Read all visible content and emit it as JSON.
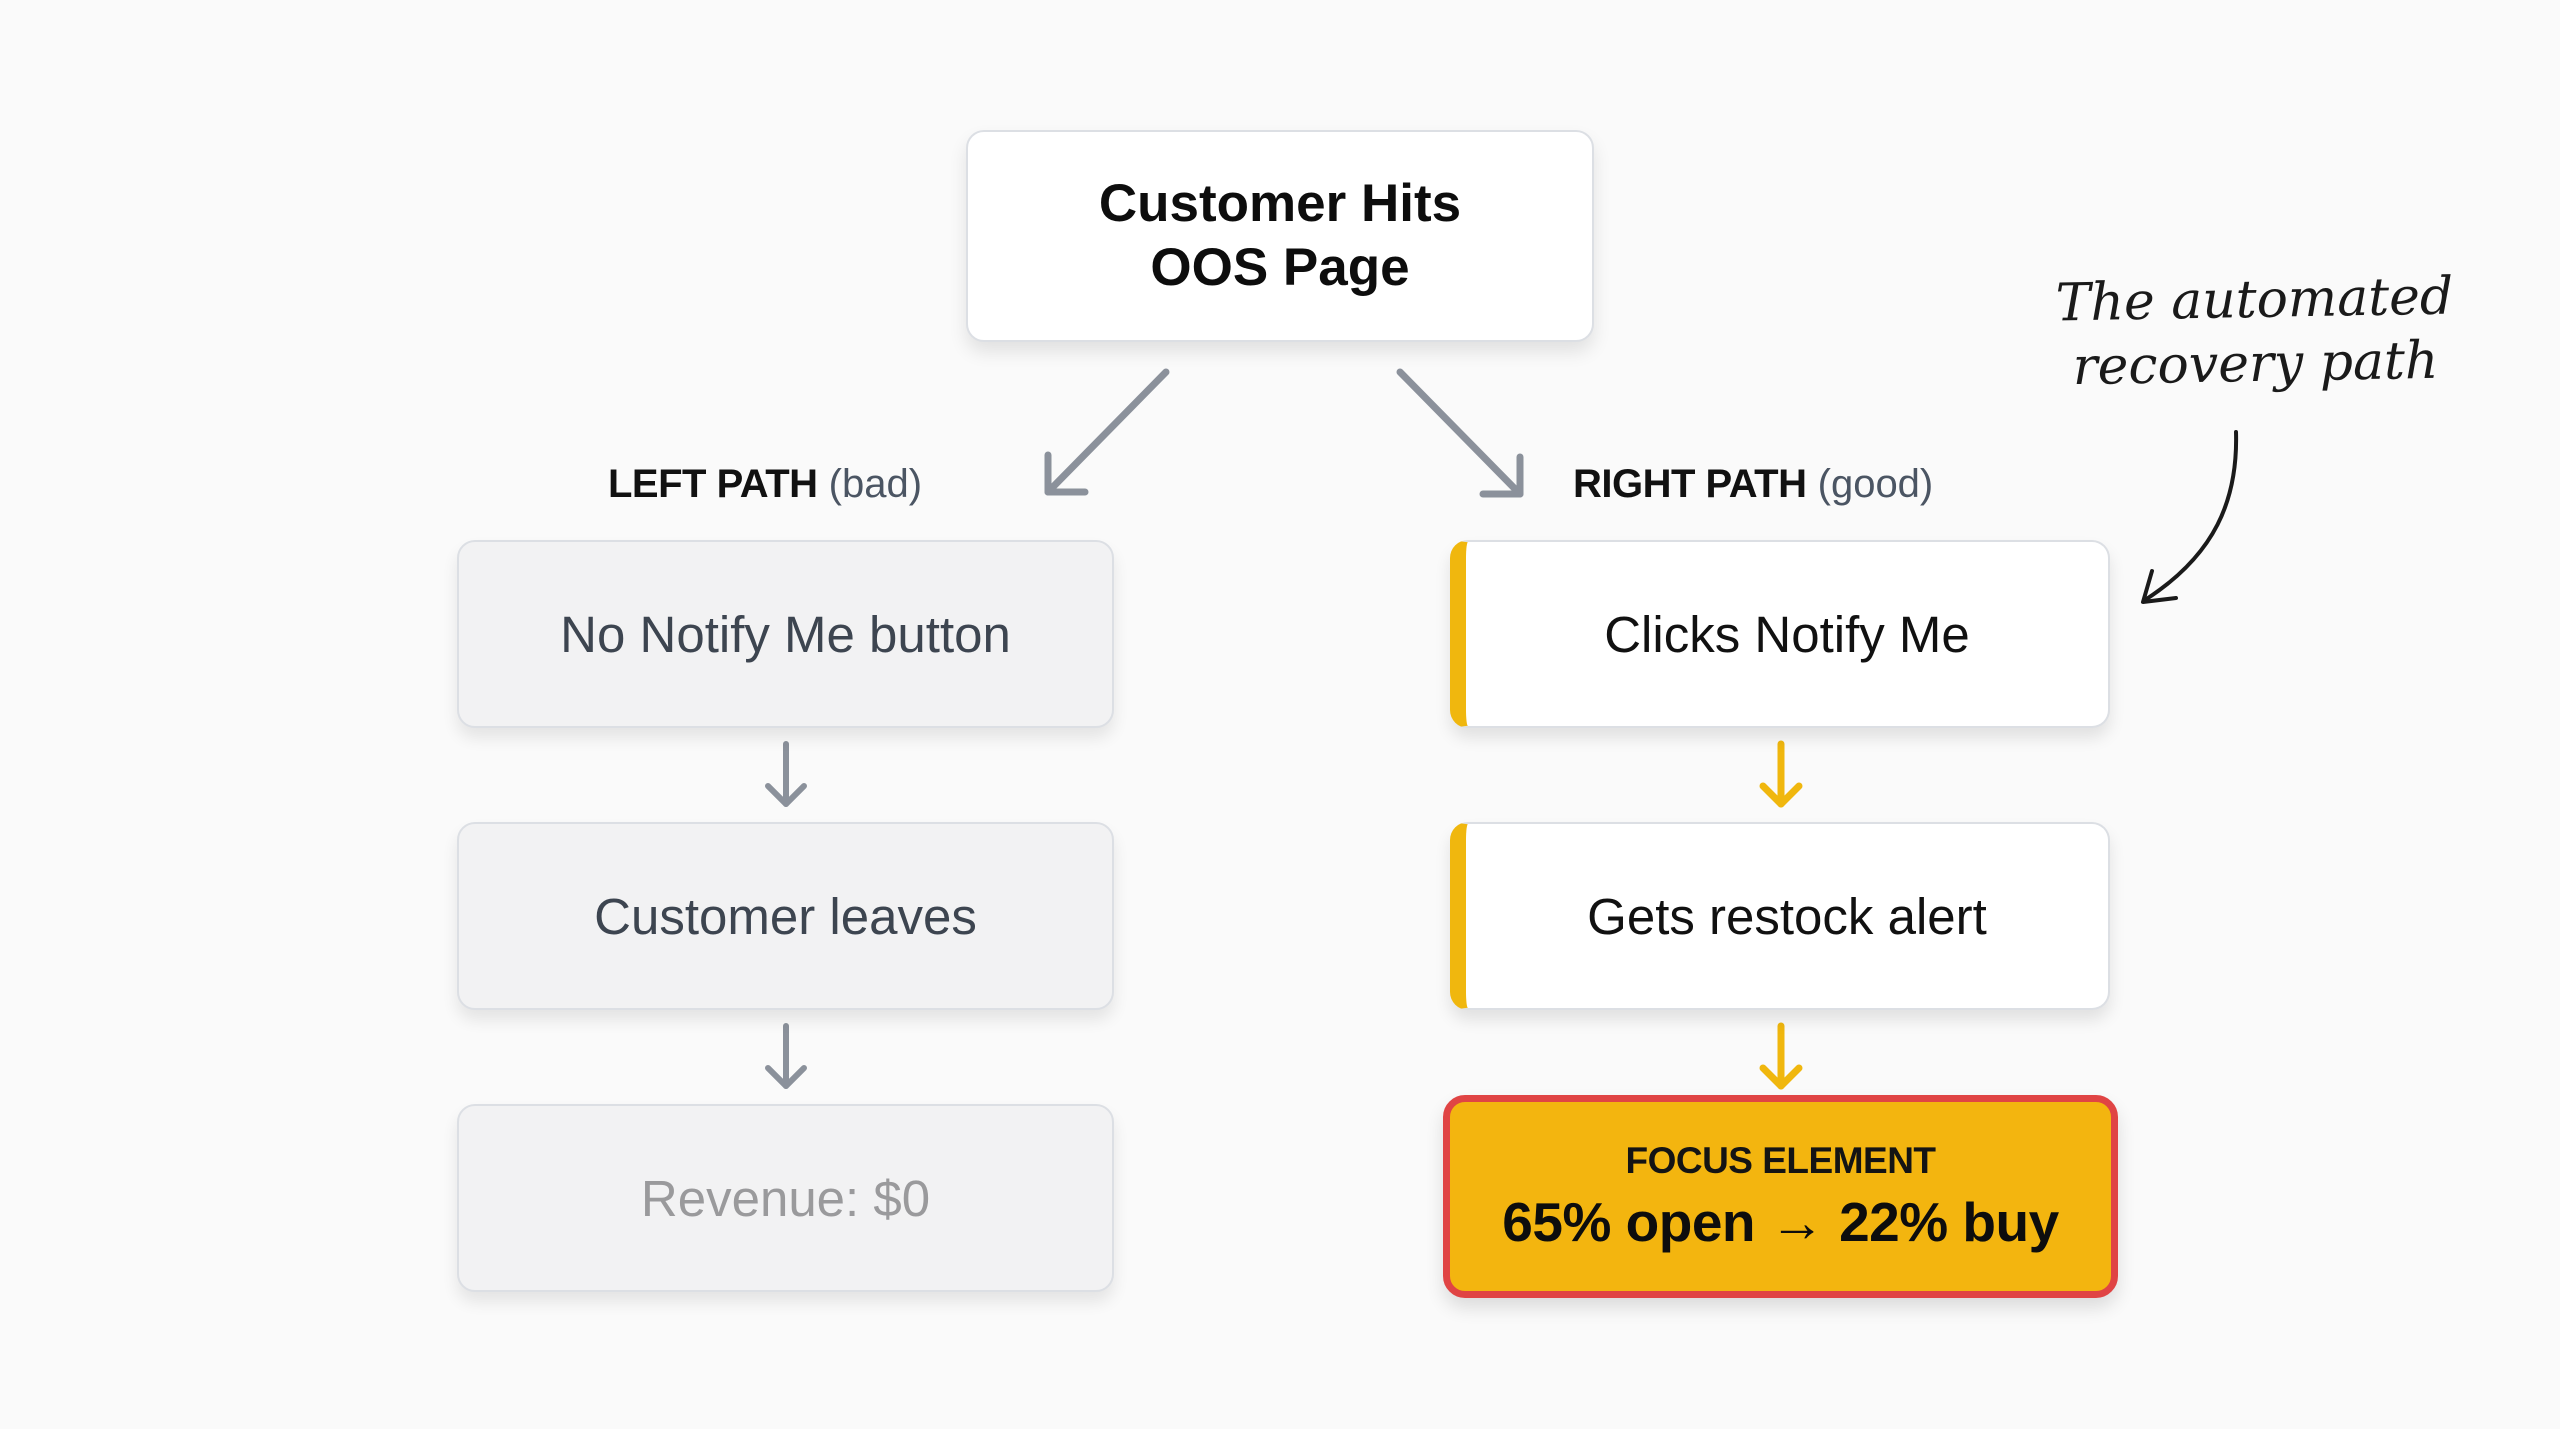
{
  "diagram": {
    "start": {
      "line1": "Customer Hits",
      "line2": "OOS Page"
    },
    "left_path": {
      "label_strong": "LEFT PATH",
      "label_soft": "(bad)",
      "steps": [
        "No Notify Me button",
        "Customer leaves",
        "Revenue: $0"
      ]
    },
    "right_path": {
      "label_strong": "RIGHT PATH",
      "label_soft": "(good)",
      "steps": [
        "Clicks Notify Me",
        "Gets restock alert"
      ],
      "focus": {
        "label": "FOCUS ELEMENT",
        "metric": "65% open → 22% buy"
      }
    },
    "annotation": {
      "line1": "The automated",
      "line2": "recovery path"
    }
  },
  "colors": {
    "background": "#fafafa",
    "neutral_arrow": "#8b919b",
    "accent_yellow": "#f0b70e",
    "focus_fill": "#f3b50f",
    "focus_border": "#e04444"
  }
}
